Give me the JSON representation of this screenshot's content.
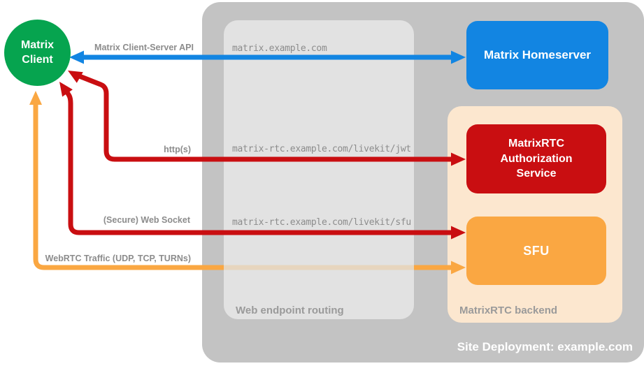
{
  "colors": {
    "green": "#06A44F",
    "blue": "#1285E2",
    "red": "#C90E11",
    "orange": "#FAA742",
    "peach": "#FCE7CF",
    "container_gray": "#C3C3C3",
    "routing_gray": "#E2E2E2",
    "label_gray": "#8C8C8C",
    "section_label_gray": "#9A9A9A"
  },
  "client": {
    "label": "Matrix\nClient"
  },
  "nodes": {
    "homeserver": {
      "label": "Matrix Homeserver"
    },
    "auth": {
      "label": "MatrixRTC\nAuthorization\nService"
    },
    "sfu": {
      "label": "SFU"
    }
  },
  "sections": {
    "routing": {
      "label": "Web endpoint routing",
      "endpoints": [
        "matrix.example.com",
        "matrix-rtc.example.com/livekit/jwt",
        "matrix-rtc.example.com/livekit/sfu"
      ]
    },
    "backend": {
      "label": "MatrixRTC backend"
    },
    "deployment": {
      "label": "Site Deployment: example.com"
    }
  },
  "arrows": {
    "client_server_api": {
      "label": "Matrix Client-Server API",
      "color": "#1285E2",
      "bidirectional": true
    },
    "http": {
      "label": "http(s)",
      "color": "#C90E11",
      "bidirectional": true
    },
    "websocket": {
      "label": "(Secure) Web Socket",
      "color": "#C90E11",
      "bidirectional": true
    },
    "webrtc": {
      "label": "WebRTC Traffic (UDP, TCP, TURNs)",
      "color": "#FAA742",
      "bidirectional": true
    }
  }
}
